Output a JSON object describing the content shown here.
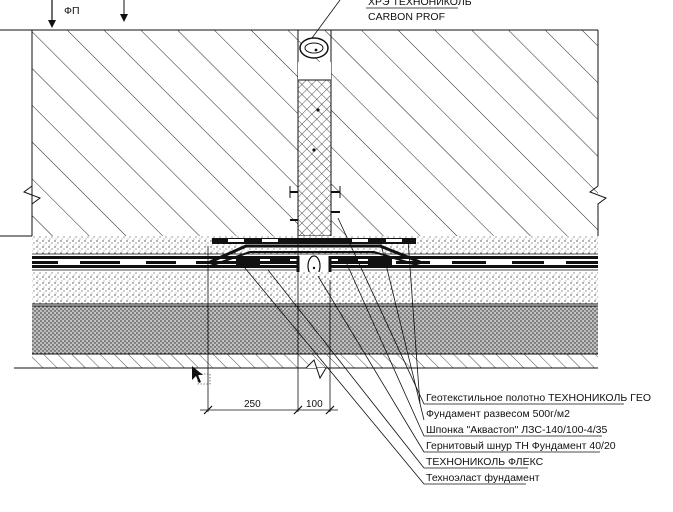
{
  "header": {
    "level_mark": "ФП"
  },
  "top_labels": {
    "line1": "ХРЭ ТЕХНОНИКОЛЬ",
    "line2": "CARBON PROF"
  },
  "dimensions": {
    "d1": "250",
    "d2": "100"
  },
  "callouts": [
    "Геотекстильное полотно ТЕХНОНИКОЛЬ ГЕО",
    "Фундамент развесом 500г/м2",
    "Шпонка \"Аквастоп\" ЛЗС-140/100-4/35",
    "Гернитовый шнур ТН Фундамент 40/20",
    "ТЕХНОНИКОЛЬ ФЛЕКС",
    "Техноэласт фундамент"
  ]
}
